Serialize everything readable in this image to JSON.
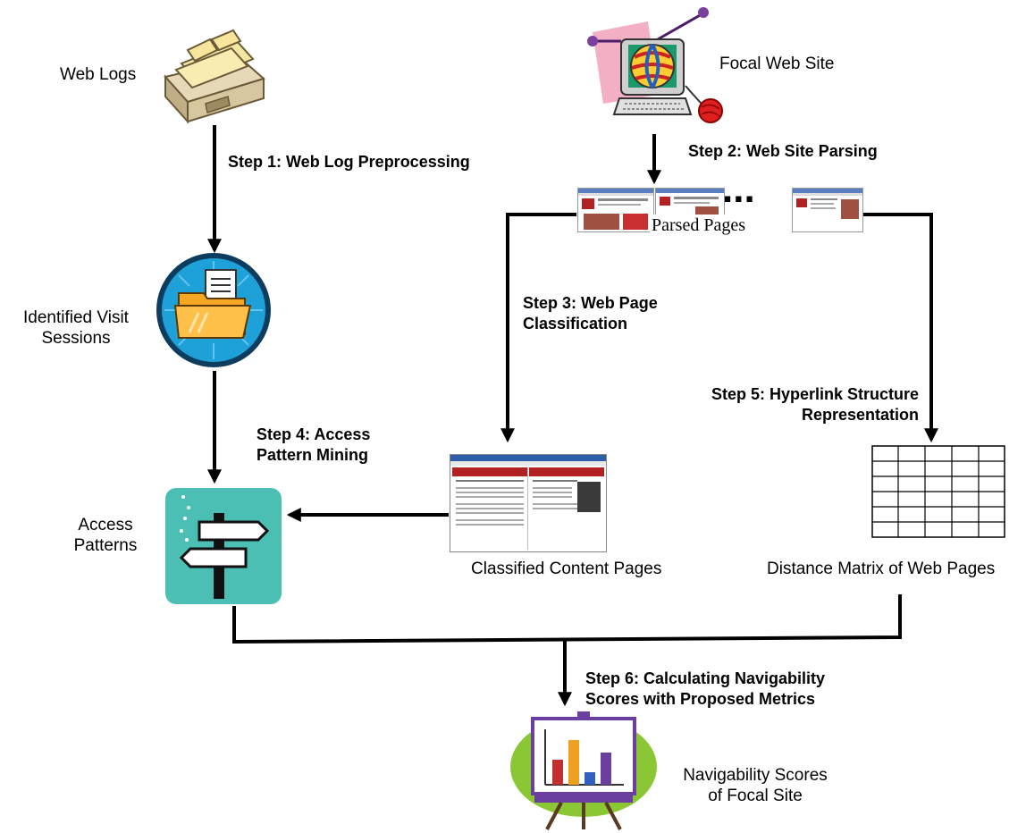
{
  "nodes": {
    "web_logs": "Web Logs",
    "focal_site": "Focal Web Site",
    "parsed_pages": "Parsed Pages",
    "ellipsis": "...",
    "visit_sessions_1": "Identified Visit",
    "visit_sessions_2": "Sessions",
    "access_patterns_1": "Access",
    "access_patterns_2": "Patterns",
    "classified_pages": "Classified Content Pages",
    "distance_matrix": "Distance Matrix of Web Pages",
    "scores_1": "Navigability Scores",
    "scores_2": "of Focal Site"
  },
  "steps": {
    "step1": "Step 1: Web Log Preprocessing",
    "step2": "Step 2: Web Site Parsing",
    "step3_1": "Step 3: Web Page",
    "step3_2": "Classification",
    "step4_1": "Step 4: Access",
    "step4_2": "Pattern Mining",
    "step5_1": "Step 5: Hyperlink Structure",
    "step5_2": "Representation",
    "step6_1": "Step 6: Calculating Navigability",
    "step6_2": "Scores with Proposed Metrics"
  },
  "colors": {
    "line": "#000000",
    "folder_orange": "#f5a623",
    "badge_blue": "#1ea0d8",
    "signpost_teal": "#4bbfb3",
    "easel_green": "#8bc634",
    "page_red": "#b22222"
  }
}
